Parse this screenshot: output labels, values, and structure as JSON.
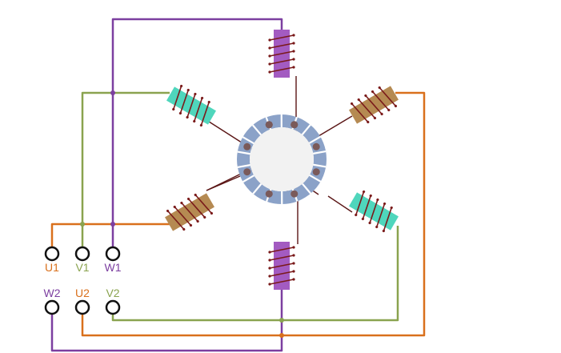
{
  "colors": {
    "u_wire": "#d9701c",
    "v_wire": "#8aa34f",
    "w_wire": "#7c3fa0",
    "coil_u": "#b58a52",
    "coil_v": "#4fd6bc",
    "coil_w": "#a35bc1",
    "coil_wire": "#7a1a1a",
    "stator_ring": "#8ba2c8",
    "rotor": "#f2f2f2",
    "pole_dot": "#7a5a5a",
    "inner_lines": "#5a1515",
    "terminal": "#111111"
  },
  "terminals": {
    "U1": "U1",
    "V1": "V1",
    "W1": "W1",
    "W2": "W2",
    "U2": "U2",
    "V2": "V2"
  }
}
